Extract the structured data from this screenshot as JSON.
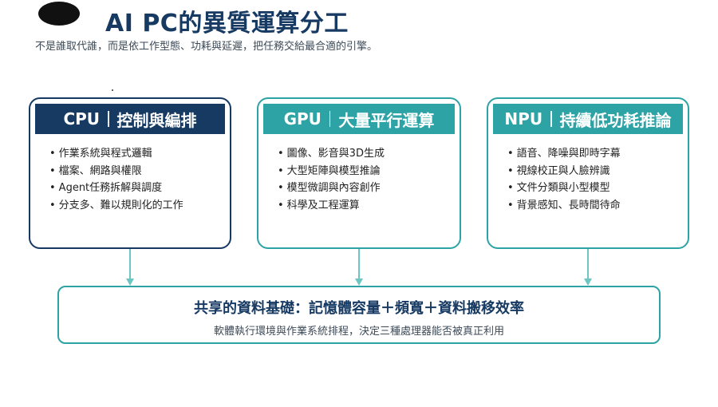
{
  "header": {
    "title": "AI PC的異質運算分工",
    "subtitle": "不是誰取代誰，而是依工作型態、功耗與延遲，把任務交給最合適的引擎。"
  },
  "cards": [
    {
      "name": "CPU",
      "role": "控制與編排",
      "color": "#173a63",
      "items": [
        "作業系統與程式邏輯",
        "檔案、網路與權限",
        "Agent任務拆解與調度",
        "分支多、難以規則化的工作"
      ]
    },
    {
      "name": "GPU",
      "role": "大量平行運算",
      "color": "#2ea3a6",
      "items": [
        "圖像、影音與3D生成",
        "大型矩陣與模型推論",
        "模型微調與內容創作",
        "科學及工程運算"
      ]
    },
    {
      "name": "NPU",
      "role": "持續低功耗推論",
      "color": "#2ea3a6",
      "items": [
        "語音、降噪與即時字幕",
        "視線校正與人臉辨識",
        "文件分類與小型模型",
        "背景感知、長時間待命"
      ]
    }
  ],
  "foundation": {
    "title": "共享的資料基礎：記憶體容量＋頻寬＋資料搬移效率",
    "description": "軟體執行環境與作業系統排程，決定三種處理器能否被真正利用",
    "color": "#2ea3a6"
  },
  "connector_color": "#6cc7c3"
}
